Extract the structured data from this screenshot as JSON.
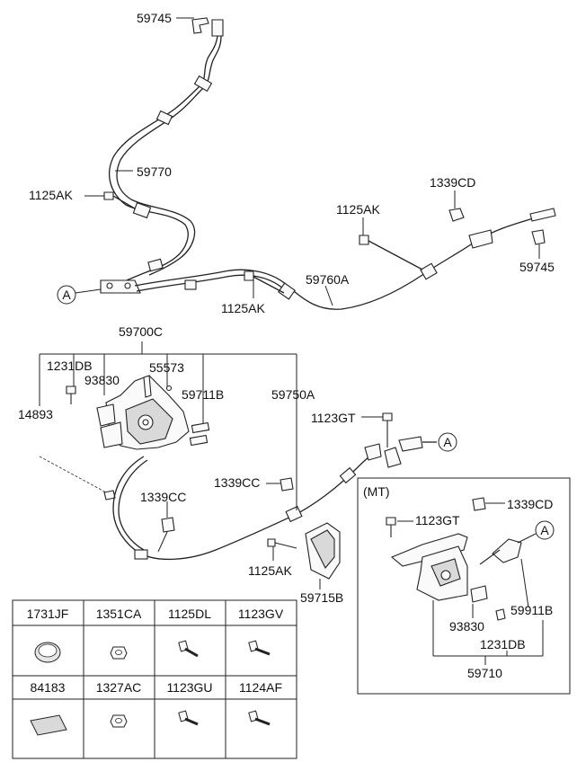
{
  "callouts": {
    "top_left_clip": "59745",
    "front_cable": "59770",
    "front_bolt": "1125AK",
    "rear_nut": "1339CD",
    "rear_bolt_upper": "1125AK",
    "right_clip": "59745",
    "rear_cable": "59760A",
    "rear_bolt_lower": "1125AK",
    "ref_a_left": "A",
    "lever_assy": "59700C",
    "bolt_1231db": "1231DB",
    "bolt_93830": "93830",
    "pin_55573": "55573",
    "bracket_59711b": "59711B",
    "cable_59750a": "59750A",
    "screw_14893": "14893",
    "bolt_1123gt": "1123GT",
    "ref_a_mid": "A",
    "nut_1339cc_right": "1339CC",
    "nut_1339cc_left": "1339CC",
    "bolt_1125ak_mid": "1125AK",
    "bracket_59715b": "59715B"
  },
  "mt_box": {
    "title": "(MT)",
    "bolt_1123gt": "1123GT",
    "nut_1339cd": "1339CD",
    "ref_a": "A",
    "switch_59911b": "59911B",
    "bolt_93830": "93830",
    "bolt_1231db": "1231DB",
    "lever_59710": "59710"
  },
  "parts_table": {
    "row1": [
      "1731JF",
      "1351CA",
      "1125DL",
      "1123GV"
    ],
    "row2": [
      "84183",
      "1327AC",
      "1123GU",
      "1124AF"
    ],
    "icons_row1": [
      "grommet-icon",
      "nut-icon",
      "bolt-icon",
      "bolt-icon"
    ],
    "icons_row2": [
      "pad-icon",
      "nut-icon",
      "bolt-icon",
      "bolt-icon"
    ]
  }
}
